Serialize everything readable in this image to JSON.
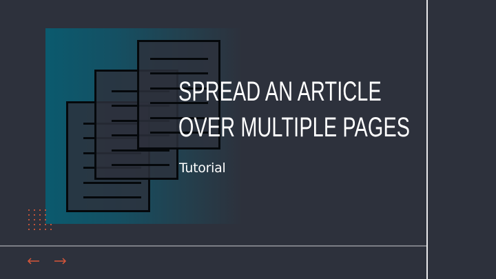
{
  "slide": {
    "title_lines": [
      "SPREAD AN ARTICLE",
      "OVER MULTIPLE PAGES"
    ],
    "subtitle": "Tutorial"
  },
  "illustration": {
    "icon": "stacked-documents-icon",
    "pages": 3,
    "gradient_colors": [
      "#0b5a6e",
      "#2d313c"
    ]
  },
  "navigation": {
    "prev_icon": "arrow-left-icon",
    "next_icon": "arrow-right-icon",
    "prev_glyph": "←",
    "next_glyph": "→"
  },
  "colors": {
    "background": "#2d313c",
    "accent": "#d9573a",
    "text": "#ffffff",
    "divider_vertical": "#e9eaec",
    "divider_horizontal": "#7d7f86"
  }
}
